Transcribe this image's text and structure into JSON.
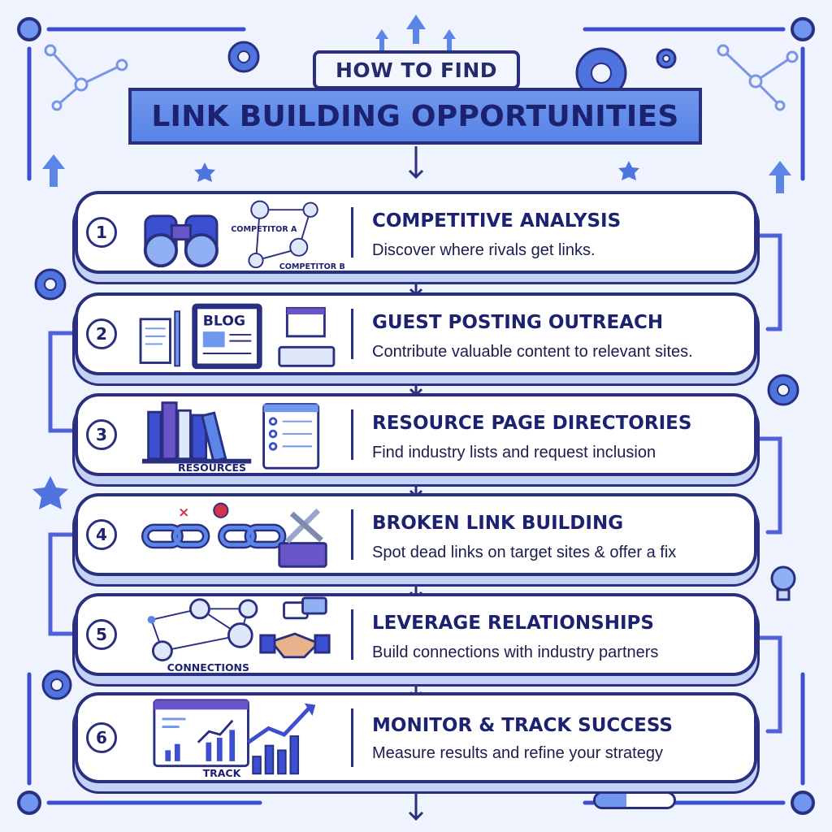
{
  "header": {
    "top_label": "HOW TO FIND",
    "main_title": "LINK BUILDING OPPORTUNITIES"
  },
  "steps": [
    {
      "number": "1",
      "title": "COMPETITIVE ANALYSIS",
      "description": "Discover where rivals get links.",
      "icon": "binoculars-icon",
      "captions": [
        "COMPETITOR A",
        "COMPETITOR B"
      ]
    },
    {
      "number": "2",
      "title": "GUEST POSTING OUTREACH",
      "description": "Contribute valuable content to relevant sites.",
      "icon": "blog-icon",
      "captions": [
        "BLOG"
      ]
    },
    {
      "number": "3",
      "title": "RESOURCE PAGE DIRECTORIES",
      "description": "Find industry lists and request inclusion",
      "icon": "books-icon",
      "captions": [
        "RESOURCES"
      ]
    },
    {
      "number": "4",
      "title": "BROKEN LINK BUILDING",
      "description": "Spot dead links on target sites & offer a fix",
      "icon": "broken-chain-icon",
      "captions": []
    },
    {
      "number": "5",
      "title": "LEVERAGE RELATIONSHIPS",
      "description": "Build connections with industry partners",
      "icon": "network-icon",
      "captions": [
        "CONNECTIONS"
      ]
    },
    {
      "number": "6",
      "title": "MONITOR & TRACK SUCCESS",
      "description": "Measure results and refine your strategy",
      "icon": "chart-icon",
      "captions": [
        "TRACK"
      ]
    }
  ],
  "colors": {
    "outline": "#2b2f80",
    "accent_blue": "#5b86e8",
    "accent_purple": "#6a55c8",
    "background": "#eef3fd"
  }
}
